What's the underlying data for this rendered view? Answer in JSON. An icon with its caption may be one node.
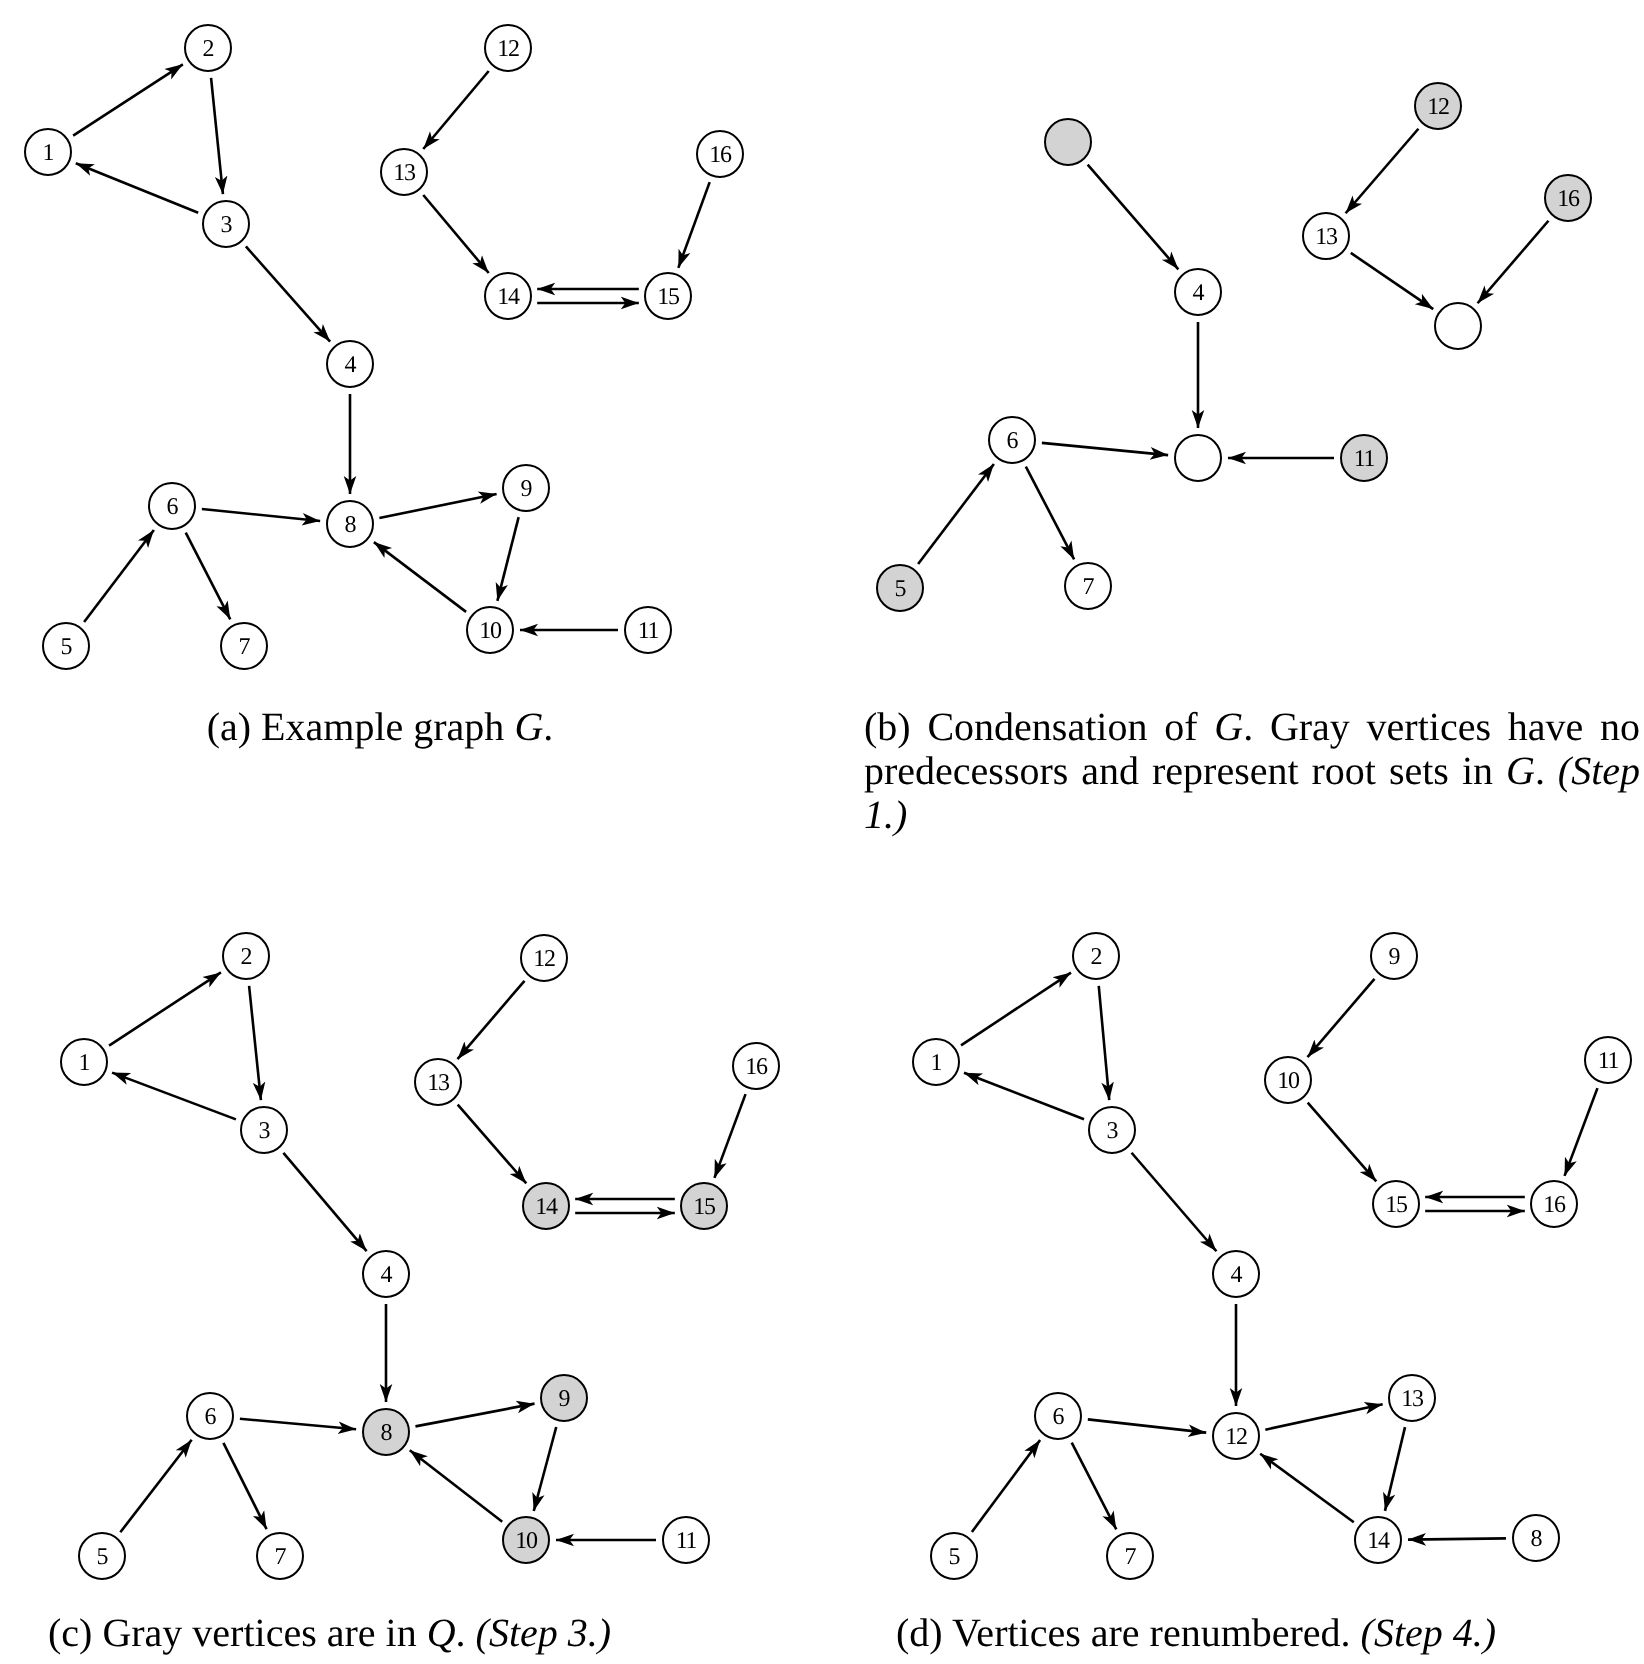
{
  "diagram": {
    "nodes": [
      {
        "text": [
          "1"
        ]
      },
      {
        "text": [
          "2"
        ]
      },
      {
        "text": [
          "3"
        ]
      },
      {
        "text": [
          "4"
        ]
      },
      {
        "text": [
          "5"
        ]
      },
      {
        "text": [
          "6"
        ]
      },
      {
        "text": [
          "7"
        ]
      },
      {
        "text": [
          "8"
        ]
      },
      {
        "text": [
          "9"
        ]
      },
      {
        "text": [
          "10"
        ]
      },
      {
        "text": [
          "11"
        ]
      },
      {
        "text": [
          "12"
        ]
      },
      {
        "text": [
          "13"
        ]
      },
      {
        "text": [
          "14"
        ]
      },
      {
        "text": [
          "15"
        ]
      },
      {
        "text": [
          "16"
        ]
      },
      {
        "text": [],
        "shape": "circle"
      },
      {
        "text": [
          "4"
        ]
      },
      {
        "text": [
          "6"
        ]
      },
      {
        "text": [],
        "shape": "circle"
      },
      {
        "text": [
          "11"
        ]
      },
      {
        "text": [
          "5"
        ]
      },
      {
        "text": [
          "7"
        ]
      },
      {
        "text": [
          "12"
        ]
      },
      {
        "text": [
          "13"
        ]
      },
      {
        "text": [],
        "shape": "circle"
      },
      {
        "text": [
          "16"
        ]
      },
      {
        "text": [
          "1"
        ]
      },
      {
        "text": [
          "2"
        ]
      },
      {
        "text": [
          "3"
        ]
      },
      {
        "text": [
          "4"
        ]
      },
      {
        "text": [
          "5"
        ]
      },
      {
        "text": [
          "6"
        ]
      },
      {
        "text": [
          "7"
        ]
      },
      {
        "text": [
          "8"
        ]
      },
      {
        "text": [
          "9"
        ]
      },
      {
        "text": [
          "10"
        ]
      },
      {
        "text": [
          "11"
        ]
      },
      {
        "text": [
          "12"
        ]
      },
      {
        "text": [
          "13"
        ]
      },
      {
        "text": [
          "14"
        ]
      },
      {
        "text": [
          "15"
        ]
      },
      {
        "text": [
          "16"
        ]
      },
      {
        "text": [
          "1"
        ]
      },
      {
        "text": [
          "2"
        ]
      },
      {
        "text": [
          "3"
        ]
      },
      {
        "text": [
          "4"
        ]
      },
      {
        "text": [
          "5"
        ]
      },
      {
        "text": [
          "6"
        ]
      },
      {
        "text": [
          "7"
        ]
      },
      {
        "text": [
          "12"
        ]
      },
      {
        "text": [
          "13"
        ]
      },
      {
        "text": [
          "14"
        ]
      },
      {
        "text": [
          "8"
        ]
      },
      {
        "text": [
          "9"
        ]
      },
      {
        "text": [
          "10"
        ]
      },
      {
        "text": [
          "11"
        ]
      },
      {
        "text": [
          "15"
        ]
      },
      {
        "text": [
          "16"
        ]
      }
    ],
    "edges": [
      {
        "from": 0,
        "to": 1,
        "arrow": "to"
      },
      {
        "from": 1,
        "to": 2,
        "arrow": "to"
      },
      {
        "from": 2,
        "to": 0,
        "arrow": "to"
      },
      {
        "from": 2,
        "to": 3,
        "arrow": "to"
      },
      {
        "from": 3,
        "to": 7,
        "arrow": "to"
      },
      {
        "from": 5,
        "to": 7,
        "arrow": "to"
      },
      {
        "from": 4,
        "to": 5,
        "arrow": "to"
      },
      {
        "from": 5,
        "to": 6,
        "arrow": "to"
      },
      {
        "from": 7,
        "to": 8,
        "arrow": "to"
      },
      {
        "from": 8,
        "to": 9,
        "arrow": "to"
      },
      {
        "from": 9,
        "to": 7,
        "arrow": "to"
      },
      {
        "from": 10,
        "to": 9,
        "arrow": "to"
      },
      {
        "from": 11,
        "to": 12,
        "arrow": "to"
      },
      {
        "from": 12,
        "to": 13,
        "arrow": "to"
      },
      {
        "from": 13,
        "to": 14,
        "arrow": "to"
      },
      {
        "from": 14,
        "to": 13,
        "arrow": "to"
      },
      {
        "from": 15,
        "to": 14,
        "arrow": "to"
      },
      {
        "from": 16,
        "to": 17,
        "arrow": "to"
      },
      {
        "from": 17,
        "to": 19,
        "arrow": "to"
      },
      {
        "from": 18,
        "to": 19,
        "arrow": "to"
      },
      {
        "from": 20,
        "to": 19,
        "arrow": "to"
      },
      {
        "from": 21,
        "to": 18,
        "arrow": "to"
      },
      {
        "from": 18,
        "to": 22,
        "arrow": "to"
      },
      {
        "from": 23,
        "to": 24,
        "arrow": "to"
      },
      {
        "from": 24,
        "to": 25,
        "arrow": "to"
      },
      {
        "from": 26,
        "to": 25,
        "arrow": "to"
      },
      {
        "from": 27,
        "to": 28,
        "arrow": "to"
      },
      {
        "from": 28,
        "to": 29,
        "arrow": "to"
      },
      {
        "from": 29,
        "to": 27,
        "arrow": "to"
      },
      {
        "from": 29,
        "to": 30,
        "arrow": "to"
      },
      {
        "from": 30,
        "to": 34,
        "arrow": "to"
      },
      {
        "from": 32,
        "to": 34,
        "arrow": "to"
      },
      {
        "from": 31,
        "to": 32,
        "arrow": "to"
      },
      {
        "from": 32,
        "to": 33,
        "arrow": "to"
      },
      {
        "from": 34,
        "to": 35,
        "arrow": "to"
      },
      {
        "from": 35,
        "to": 36,
        "arrow": "to"
      },
      {
        "from": 36,
        "to": 34,
        "arrow": "to"
      },
      {
        "from": 37,
        "to": 36,
        "arrow": "to"
      },
      {
        "from": 38,
        "to": 39,
        "arrow": "to"
      },
      {
        "from": 39,
        "to": 40,
        "arrow": "to"
      },
      {
        "from": 40,
        "to": 41,
        "arrow": "to"
      },
      {
        "from": 41,
        "to": 40,
        "arrow": "to"
      },
      {
        "from": 42,
        "to": 41,
        "arrow": "to"
      },
      {
        "from": 43,
        "to": 44,
        "arrow": "to"
      },
      {
        "from": 44,
        "to": 45,
        "arrow": "to"
      },
      {
        "from": 45,
        "to": 43,
        "arrow": "to"
      },
      {
        "from": 45,
        "to": 46,
        "arrow": "to"
      },
      {
        "from": 46,
        "to": 50,
        "arrow": "to"
      },
      {
        "from": 48,
        "to": 50,
        "arrow": "to"
      },
      {
        "from": 47,
        "to": 48,
        "arrow": "to"
      },
      {
        "from": 48,
        "to": 49,
        "arrow": "to"
      },
      {
        "from": 50,
        "to": 51,
        "arrow": "to"
      },
      {
        "from": 51,
        "to": 52,
        "arrow": "to"
      },
      {
        "from": 52,
        "to": 50,
        "arrow": "to"
      },
      {
        "from": 53,
        "to": 52,
        "arrow": "to"
      },
      {
        "from": 54,
        "to": 55,
        "arrow": "to"
      },
      {
        "from": 55,
        "to": 57,
        "arrow": "to"
      },
      {
        "from": 57,
        "to": 58,
        "arrow": "to"
      },
      {
        "from": 58,
        "to": 57,
        "arrow": "to"
      },
      {
        "from": 56,
        "to": 58,
        "arrow": "to"
      }
    ],
    "labels": [
      "(a) Example graph *G*.",
      "(b) Condensation of *G*. Gray vertices have no predecessors and represent root sets in *G*. *(Step 1.)*",
      "(c) Gray vertices are in *Q*. *(Step 3.)*",
      "(d) Vertices are renumbered. *(Step 4.)*"
    ]
  }
}
